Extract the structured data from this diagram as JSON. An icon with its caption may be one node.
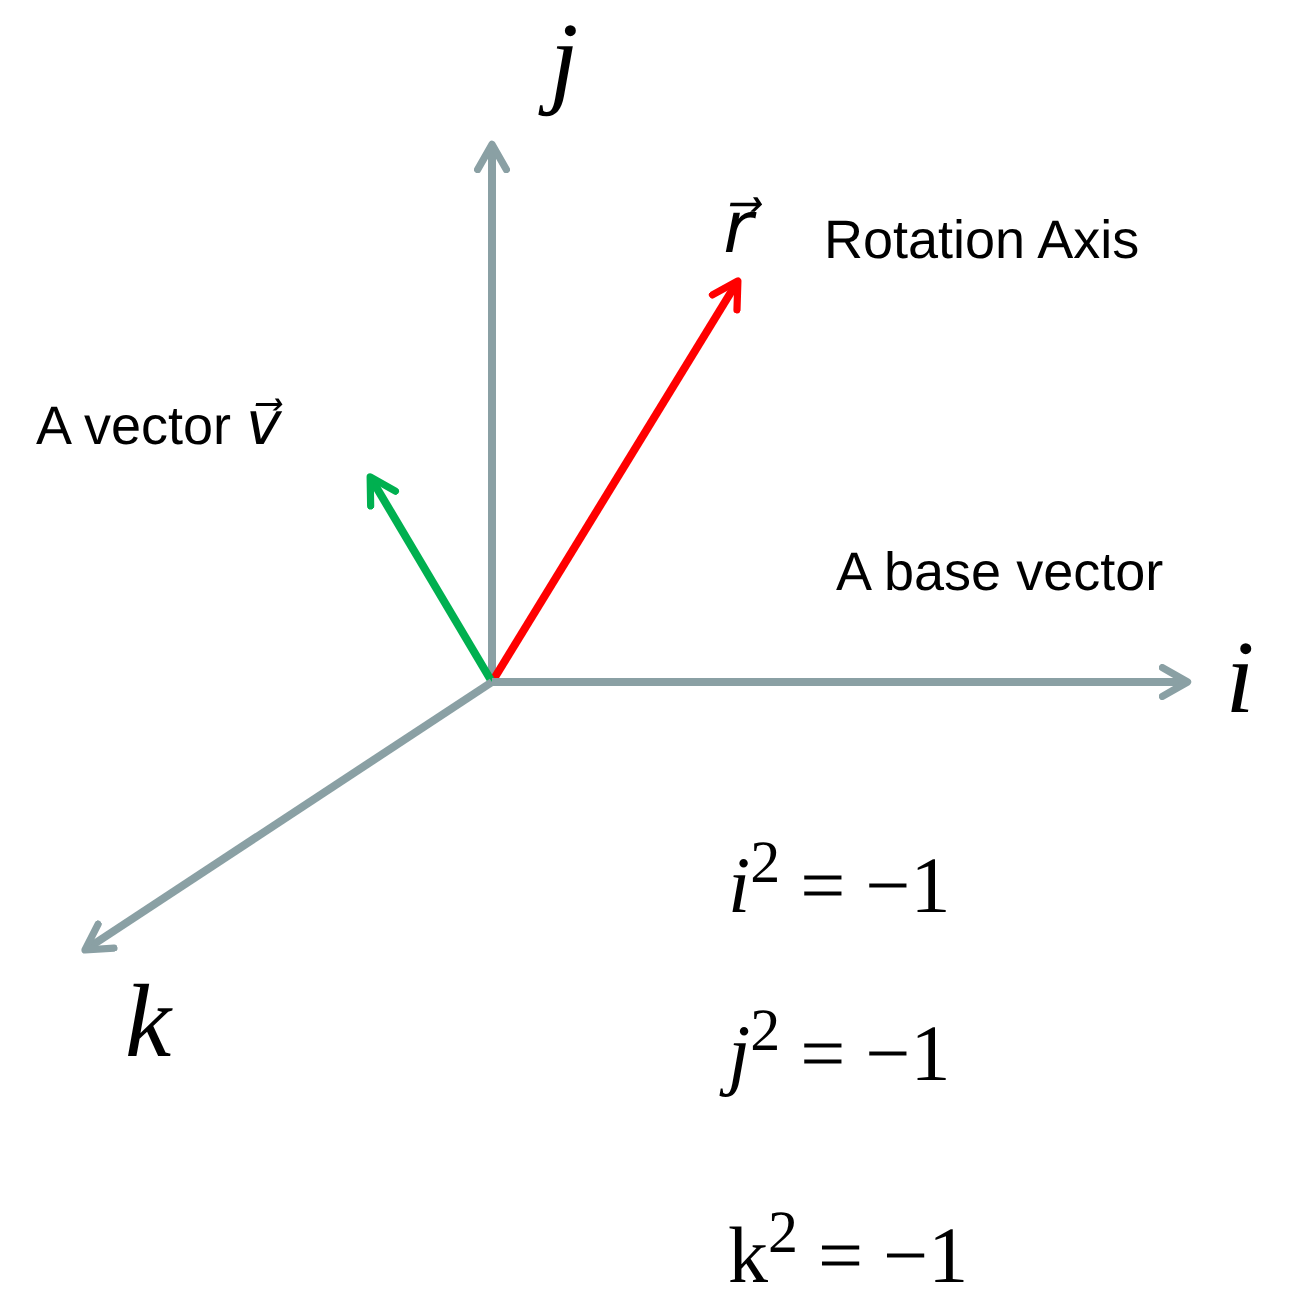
{
  "diagram": {
    "nodes": [
      {
        "text": [
          "j"
        ]
      },
      {
        "text": [
          "r⃗"
        ],
        "beside": [
          "Rotation Axis"
        ]
      },
      {
        "text": [
          "A vector *v⃗*"
        ]
      },
      {
        "text": [
          "i"
        ],
        "beside": [
          "A base vector"
        ]
      },
      {
        "text": [
          "k"
        ]
      }
    ],
    "edges": [
      {
        "from": null,
        "to": 0,
        "arrow": "to"
      },
      {
        "from": null,
        "to": 1,
        "arrow": "to",
        "color": "#ff0000"
      },
      {
        "from": null,
        "to": 2,
        "arrow": "to",
        "color": "#00b050"
      },
      {
        "from": null,
        "to": 3,
        "arrow": "to"
      },
      {
        "from": null,
        "to": 4,
        "arrow": "to"
      }
    ],
    "labels": [
      "*i*$^{2}$ = −1",
      "*j*$^{2}$ = −1",
      "k$^{2}$ = −1"
    ]
  }
}
